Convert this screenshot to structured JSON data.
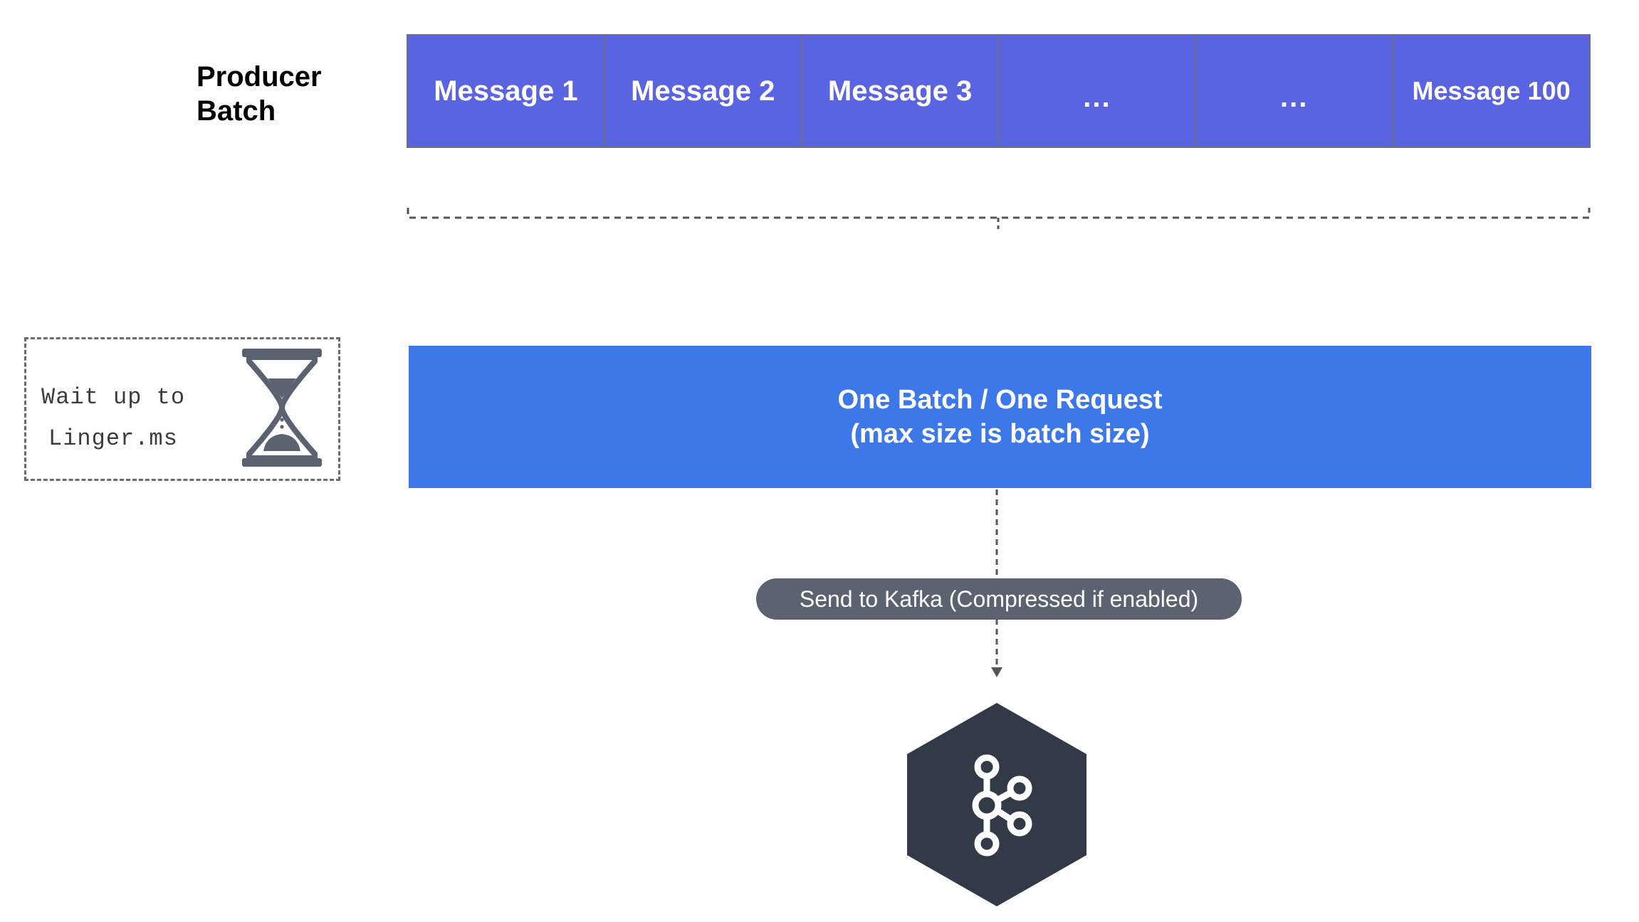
{
  "producer_label": {
    "line1": "Producer",
    "line2": "Batch"
  },
  "messages": [
    "Message 1",
    "Message 2",
    "Message 3",
    "...",
    "...",
    "Message 100"
  ],
  "wait": {
    "line1": "Wait up to",
    "line2": "Linger.ms",
    "icon": "hourglass-icon"
  },
  "batch": {
    "line1": "One Batch / One Request",
    "line2": "(max size is batch size)"
  },
  "send_label": "Send to Kafka (Compressed if enabled)",
  "kafka_icon": "kafka-logo-icon",
  "colors": {
    "message_fill": "#5b64e0",
    "batch_fill": "#3c78e8",
    "pill_fill": "#5b6270",
    "kafka_fill": "#323a48"
  }
}
